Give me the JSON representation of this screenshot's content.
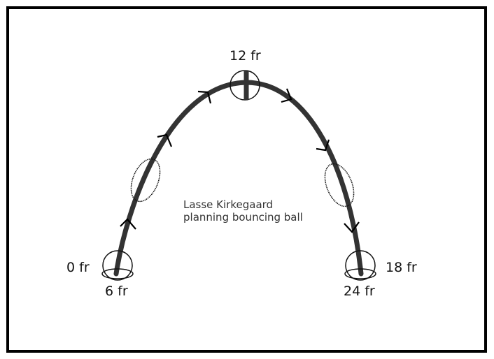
{
  "diagram": {
    "caption_line1": "Lasse Kirkegaard",
    "caption_line2": "planning bouncing ball",
    "frame_labels": {
      "start": "0 fr",
      "contact": "6 fr",
      "apex": "12 fr",
      "land": "18 fr",
      "end": "24 fr"
    },
    "colors": {
      "path": "#333333",
      "stroke": "#111111",
      "border": "#000000",
      "background": "#ffffff"
    },
    "icons": {
      "direction_marker": "chevron-arrow-icon",
      "ball": "ball-circle-icon",
      "squash": "squash-ellipse-icon",
      "stretch": "stretch-ellipse-icon"
    }
  }
}
